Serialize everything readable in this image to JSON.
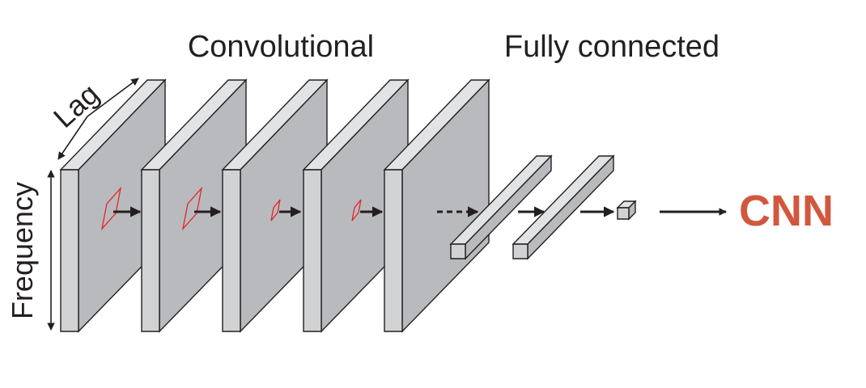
{
  "labels": {
    "convolutional": "Convolutional",
    "fully_connected": "Fully connected",
    "lag": "Lag",
    "frequency": "Frequency",
    "model": "CNN"
  },
  "colors": {
    "plate_fill": "#d1d2d4",
    "plate_side": "#b9babd",
    "kernel": "#e0262a",
    "model_label": "#d2573f",
    "ink": "#231f20"
  }
}
